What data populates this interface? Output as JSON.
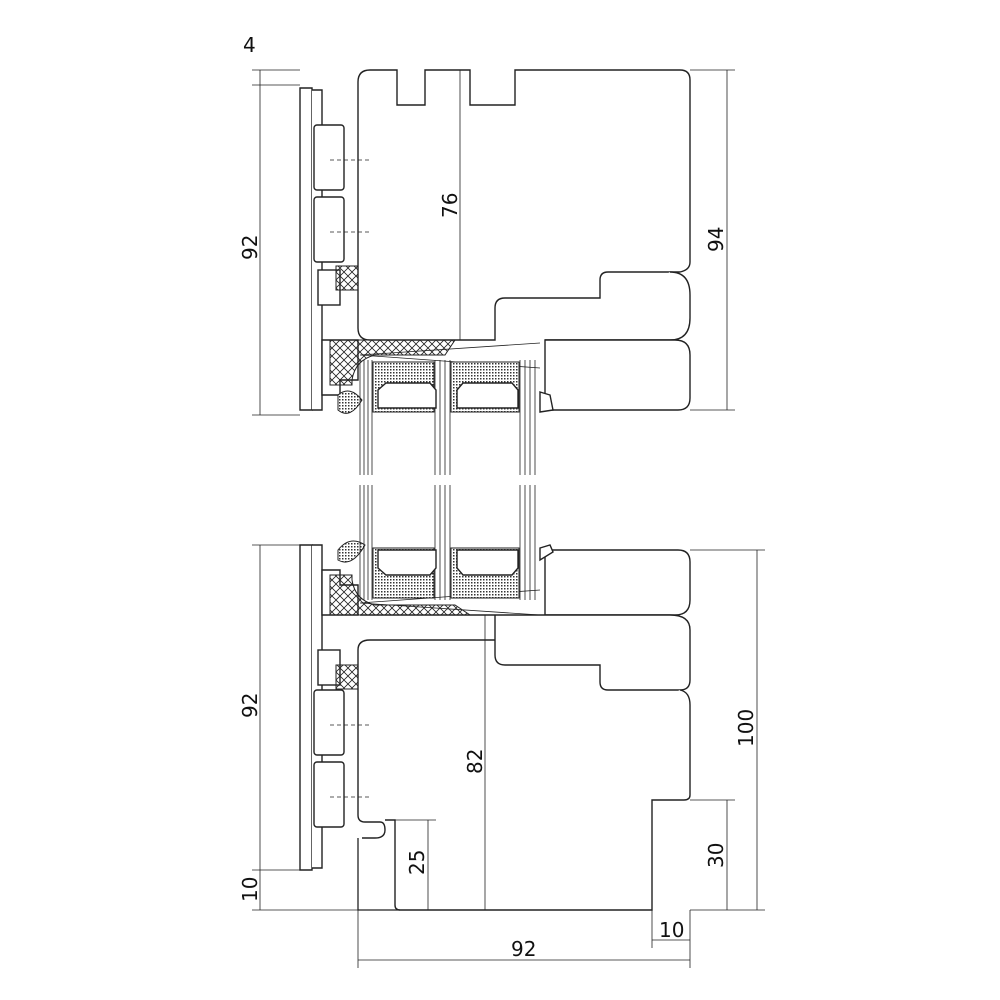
{
  "drawing": {
    "dimensions": {
      "top_offset": "4",
      "top_frame_height": "92",
      "top_sash_inner": "76",
      "top_sash_height": "94",
      "bottom_frame_height": "92",
      "bottom_offset": "10",
      "bottom_inner": "82",
      "bottom_total": "100",
      "bottom_notch_left": "25",
      "bottom_notch_right": "30",
      "bottom_notch_width": "10",
      "profile_depth": "92"
    }
  }
}
